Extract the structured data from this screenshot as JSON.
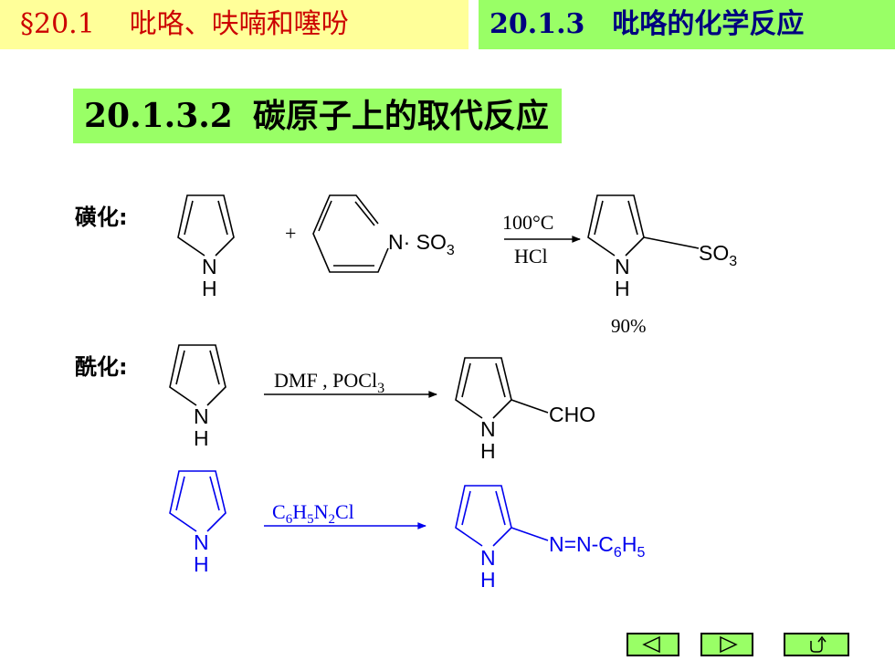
{
  "header": {
    "section": "§20.1",
    "chapter": "吡咯、呋喃和噻吩",
    "topic_number": "20.1.3",
    "topic_title": "吡咯的化学反应"
  },
  "subtitle": {
    "number": "20.1.3.2",
    "title": "碳原子上的取代反应"
  },
  "reactions": {
    "sulfonation": {
      "label": "磺化:",
      "plus": "+",
      "pyridine_group": "N· SO",
      "pyridine_sub": "3",
      "condition_top": "100°C",
      "condition_bottom": "HCl",
      "product_group": "SO",
      "product_sub": "3",
      "yield": "90%"
    },
    "acylation": {
      "label": "酰化:",
      "reagent": "DMF , POCl",
      "reagent_sub": "3",
      "product_group": "CHO"
    },
    "diazo_coupling": {
      "reagent_parts": [
        "C",
        "6",
        "H",
        "5",
        "N",
        "2",
        "Cl"
      ],
      "product_group": "N=N-C",
      "product_sub1": "6",
      "product_tail": "H",
      "product_sub2": "5"
    }
  },
  "ring_atoms": {
    "n": "N",
    "h": "H"
  },
  "colors": {
    "header_left_bg": "#ffff99",
    "header_left_text": "#cc0000",
    "header_right_bg": "#99ff66",
    "header_right_text": "#000080",
    "blue_reaction": "#0000ee"
  },
  "navigation": {
    "prev": "previous-icon",
    "next": "next-icon",
    "return": "return-icon"
  }
}
